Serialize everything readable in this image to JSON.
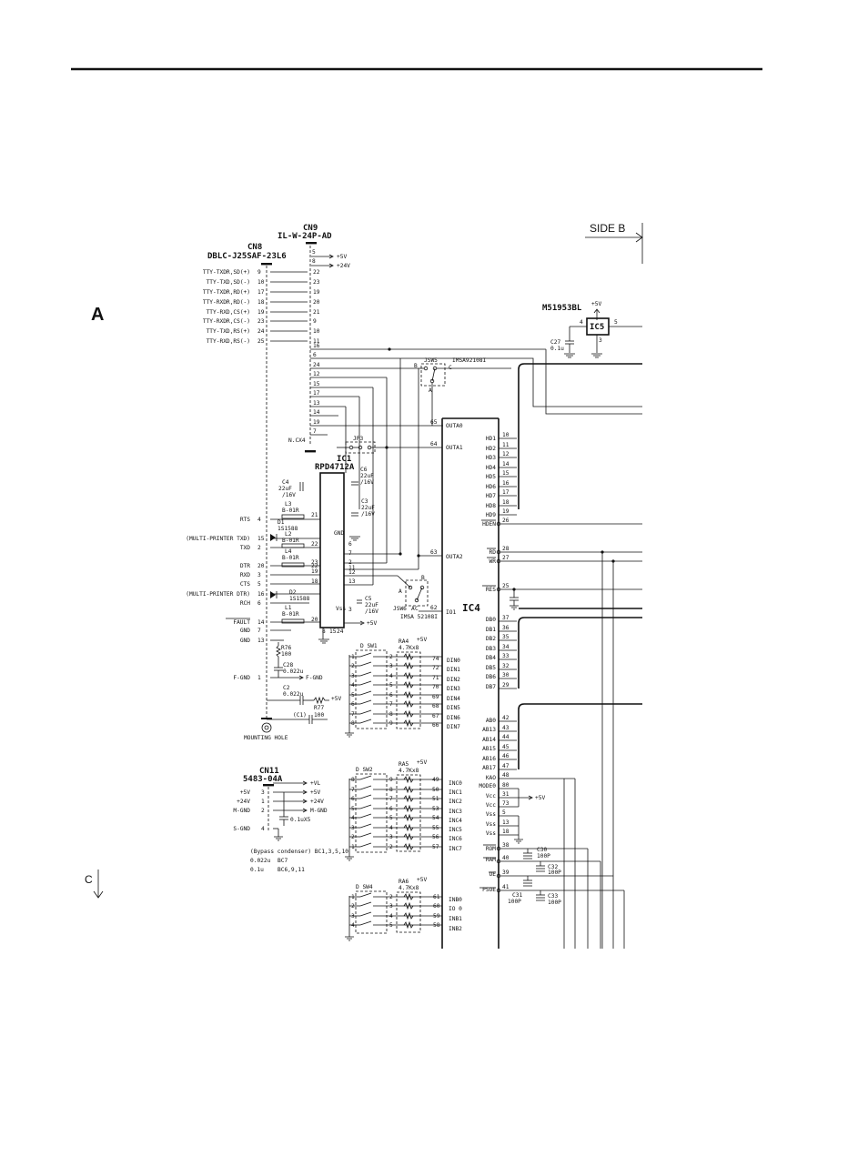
{
  "markers": {
    "a": "A",
    "side_b": "SIDE B",
    "c": "C"
  },
  "cn9": {
    "ref": "CN9",
    "part": "IL-W-24P-AD",
    "power": [
      {
        "pin": "5",
        "net": "+5V"
      },
      {
        "pin": "8",
        "net": "+24V"
      }
    ]
  },
  "cn8": {
    "ref": "CN8",
    "part": "DBLC-J25SAF-23L6",
    "tty": [
      {
        "net": "TTY-TXDR,SD(+)",
        "p8": "9",
        "p9": "22"
      },
      {
        "net": "TTY-TXD,SD(-)",
        "p8": "10",
        "p9": "23"
      },
      {
        "net": "TTY-TXDR,RD(+)",
        "p8": "17",
        "p9": "19"
      },
      {
        "net": "TTY-RXDR,RD(-)",
        "p8": "18",
        "p9": "20"
      },
      {
        "net": "TTY-RXD,CS(+)",
        "p8": "19",
        "p9": "21"
      },
      {
        "net": "TTY-RXDR,CS(-)",
        "p8": "23",
        "p9": "9"
      },
      {
        "net": "TTY-TXD,RS(+)",
        "p8": "24",
        "p9": "10"
      },
      {
        "net": "TTY-RXD,RS(-)",
        "p8": "25",
        "p9": "11"
      }
    ],
    "cn9_more": [
      "16",
      "6",
      "24",
      "12",
      "15",
      "17",
      "13",
      "14",
      "19",
      "7"
    ],
    "ncx4": "N.CX4",
    "signals": [
      {
        "net": "RTS",
        "pin": "4"
      },
      {
        "net": "(MULTI-PRINTER TXD)",
        "pin": "15"
      },
      {
        "net": "TXD",
        "pin": "2"
      },
      {
        "net": "DTR",
        "pin": "20"
      },
      {
        "net": "RXD",
        "pin": "3"
      },
      {
        "net": "CTS",
        "pin": "5"
      },
      {
        "net": "(MULTI-PRINTER DTR)",
        "pin": "16"
      },
      {
        "net": "RCH",
        "pin": "6"
      },
      {
        "net": "FAULT",
        "pin": "14"
      },
      {
        "net": "GND",
        "pin": "7"
      },
      {
        "net": "GND",
        "pin": "13"
      },
      {
        "net": "F-GND",
        "pin": "1"
      }
    ]
  },
  "ic1": {
    "ref": "IC1",
    "part": "RPD4712A",
    "vss": "Vss",
    "gnd": "GND",
    "left_pins": [
      "21",
      "22",
      "23",
      "22",
      "19",
      "18",
      "20"
    ],
    "right_pins": [
      "6",
      "7",
      "2",
      "11",
      "12",
      "13",
      "3"
    ],
    "bottom_pins": [
      "8",
      "15",
      "24"
    ]
  },
  "caps": {
    "c4": {
      "ref": "C4",
      "val": "22uF",
      "volt": "/16V"
    },
    "c6": {
      "ref": "C6",
      "val": "22uF",
      "volt": "/16V"
    },
    "c3": {
      "ref": "C3",
      "val": "22uF",
      "volt": "/16V"
    },
    "c5": {
      "ref": "C5",
      "val": "22uF",
      "volt": "/16V"
    },
    "c27": {
      "ref": "C27",
      "val": "0.1u"
    },
    "c28": {
      "ref": "C28",
      "val": "0.022u"
    },
    "c2": {
      "ref": "C2",
      "val": "0.022u"
    },
    "c1": {
      "ref": "(C1)"
    }
  },
  "inductors": [
    {
      "ref": "L3",
      "val": "B-01R"
    },
    {
      "ref": "L2",
      "val": "B-01R"
    },
    {
      "ref": "L4",
      "val": "B-01R"
    },
    {
      "ref": "L1",
      "val": "B-01R"
    }
  ],
  "diodes": [
    {
      "ref": "D1",
      "part": "1S1588"
    },
    {
      "ref": "D2",
      "part": "1S1588"
    }
  ],
  "resistors": [
    {
      "ref": "R76",
      "val": "100"
    },
    {
      "ref": "R77",
      "val": "100"
    }
  ],
  "mounting_hole": "MOUNTING HOLE",
  "jumpers": {
    "jsw5": {
      "ref": "JSW5",
      "part": "IMSA92108I",
      "a": "A",
      "b": "B",
      "c": "C"
    },
    "jp3": {
      "ref": "JP3"
    },
    "jsw6": {
      "ref": "JSW6",
      "part": "IMSA 52108I",
      "a": "A",
      "b": "B",
      "c": "C"
    }
  },
  "ic5": {
    "ref": "IC5",
    "part": "M51953BL",
    "vcc": "+5V",
    "pins": [
      "4",
      "5",
      "3"
    ]
  },
  "ic4": {
    "ref": "IC4",
    "outs": [
      {
        "net": "OUTA0",
        "pin": "65"
      },
      {
        "net": "OUTA1",
        "pin": "64"
      },
      {
        "net": "OUTA2",
        "pin": "63"
      },
      {
        "net": "IO1",
        "pin": "62"
      }
    ],
    "hd": [
      {
        "net": "HD1",
        "pin": "10"
      },
      {
        "net": "HD2",
        "pin": "11"
      },
      {
        "net": "HD3",
        "pin": "12"
      },
      {
        "net": "HD4",
        "pin": "14"
      },
      {
        "net": "HD5",
        "pin": "15"
      },
      {
        "net": "HD6",
        "pin": "16"
      },
      {
        "net": "HD7",
        "pin": "17"
      },
      {
        "net": "HD8",
        "pin": "18"
      },
      {
        "net": "HD9",
        "pin": "19"
      },
      {
        "net": "HDEN",
        "pin": "26"
      }
    ],
    "ctrl": [
      {
        "net": "RD",
        "pin": "28"
      },
      {
        "net": "WR",
        "pin": "27"
      },
      {
        "net": "RES",
        "pin": "25"
      }
    ],
    "db": [
      {
        "net": "DB0",
        "pin": "37"
      },
      {
        "net": "DB1",
        "pin": "36"
      },
      {
        "net": "DB2",
        "pin": "35"
      },
      {
        "net": "DB3",
        "pin": "34"
      },
      {
        "net": "DB4",
        "pin": "33"
      },
      {
        "net": "DB5",
        "pin": "32"
      },
      {
        "net": "DB6",
        "pin": "30"
      },
      {
        "net": "DB7",
        "pin": "29"
      }
    ],
    "din": [
      {
        "net": "DIN0",
        "pin": "74"
      },
      {
        "net": "DIN1",
        "pin": "72"
      },
      {
        "net": "DIN2",
        "pin": "71"
      },
      {
        "net": "DIN3",
        "pin": "70"
      },
      {
        "net": "DIN4",
        "pin": "69"
      },
      {
        "net": "DIN5",
        "pin": "68"
      },
      {
        "net": "DIN6",
        "pin": "67"
      },
      {
        "net": "DIN7",
        "pin": "66"
      }
    ],
    "ab": [
      {
        "net": "AB0",
        "pin": "42"
      },
      {
        "net": "AB13",
        "pin": "43"
      },
      {
        "net": "AB14",
        "pin": "44"
      },
      {
        "net": "AB15",
        "pin": "45"
      },
      {
        "net": "AB16",
        "pin": "46"
      },
      {
        "net": "AB17",
        "pin": "47"
      },
      {
        "net": "KAO",
        "pin": "48"
      }
    ],
    "power": [
      {
        "net": "MODE0",
        "pin": "80"
      },
      {
        "net": "Vcc",
        "pin": "31"
      },
      {
        "net": "Vcc",
        "pin": "73"
      },
      {
        "net": "Vss",
        "pin": "5"
      },
      {
        "net": "Vss",
        "pin": "13"
      },
      {
        "net": "Vss",
        "pin": "18"
      }
    ],
    "vcc_label": "+5V",
    "inc": [
      {
        "net": "INC0",
        "pin": "49"
      },
      {
        "net": "INC1",
        "pin": "50"
      },
      {
        "net": "INC2",
        "pin": "51"
      },
      {
        "net": "INC3",
        "pin": "53"
      },
      {
        "net": "INC4",
        "pin": "54"
      },
      {
        "net": "INC5",
        "pin": "55"
      },
      {
        "net": "INC6",
        "pin": "56"
      },
      {
        "net": "INC7",
        "pin": "57"
      }
    ],
    "mem": [
      {
        "net": "ROM",
        "pin": "38"
      },
      {
        "net": "RAM",
        "pin": "40"
      },
      {
        "net": "OE",
        "pin": "39"
      },
      {
        "net": "PSOE",
        "pin": "41"
      }
    ],
    "inb": [
      {
        "net": "INB0",
        "pin": "61"
      },
      {
        "net": "IO 0",
        "pin": "60"
      },
      {
        "net": "INB1",
        "pin": "59"
      },
      {
        "net": "INB2",
        "pin": "58"
      }
    ]
  },
  "mem_caps": [
    {
      "ref": "C30",
      "val": "100P"
    },
    {
      "ref": "C32",
      "val": "100P"
    },
    {
      "ref": "C31",
      "val": "100P"
    },
    {
      "ref": "C33",
      "val": "100P"
    }
  ],
  "switches": {
    "sw1": {
      "ref": "D SW1",
      "ra": "RA4",
      "ra_val": "4.7Kx8",
      "vcc": "+5V",
      "left": [
        "1",
        "2",
        "3",
        "4",
        "5",
        "6",
        "7",
        "8"
      ],
      "right": [
        "2",
        "3",
        "4",
        "5",
        "6",
        "7",
        "8",
        "9"
      ]
    },
    "sw2": {
      "ref": "D SW2",
      "ra": "RA5",
      "ra_val": "4.7Kx8",
      "vcc": "+5V",
      "left": [
        "8",
        "7",
        "6",
        "5",
        "4",
        "3",
        "2",
        "1"
      ],
      "right": [
        "9",
        "8",
        "7",
        "6",
        "5",
        "4",
        "3",
        "2"
      ]
    },
    "sw4": {
      "ref": "D SW4",
      "ra": "RA6",
      "ra_val": "4.7Kx8",
      "vcc": "+5V",
      "left": [
        "1",
        "2",
        "3",
        "4"
      ],
      "right": [
        "2",
        "3",
        "4",
        "5"
      ]
    }
  },
  "cn11": {
    "ref": "CN11",
    "part": "5483-04A",
    "rows": [
      {
        "left": "",
        "pin": "",
        "right": "+VL"
      },
      {
        "left": "+5V",
        "pin": "3",
        "right": "+5V"
      },
      {
        "left": "+24V",
        "pin": "1",
        "right": "+24V"
      },
      {
        "left": "M-GND",
        "pin": "2",
        "right": "M-GND"
      }
    ],
    "cap": "0.1uX5",
    "sgnd": "S-GND",
    "sgnd_pin": "4"
  },
  "bypass": {
    "title": "(Bypass condenser) BC1,3,5,10",
    "rows": [
      {
        "val": "0.022u",
        "refs": "BC7"
      },
      {
        "val": "0.1u",
        "refs": "BC6,9,11"
      }
    ]
  },
  "misc": {
    "plus5v": "+5V",
    "fgnd": "F-GND"
  }
}
